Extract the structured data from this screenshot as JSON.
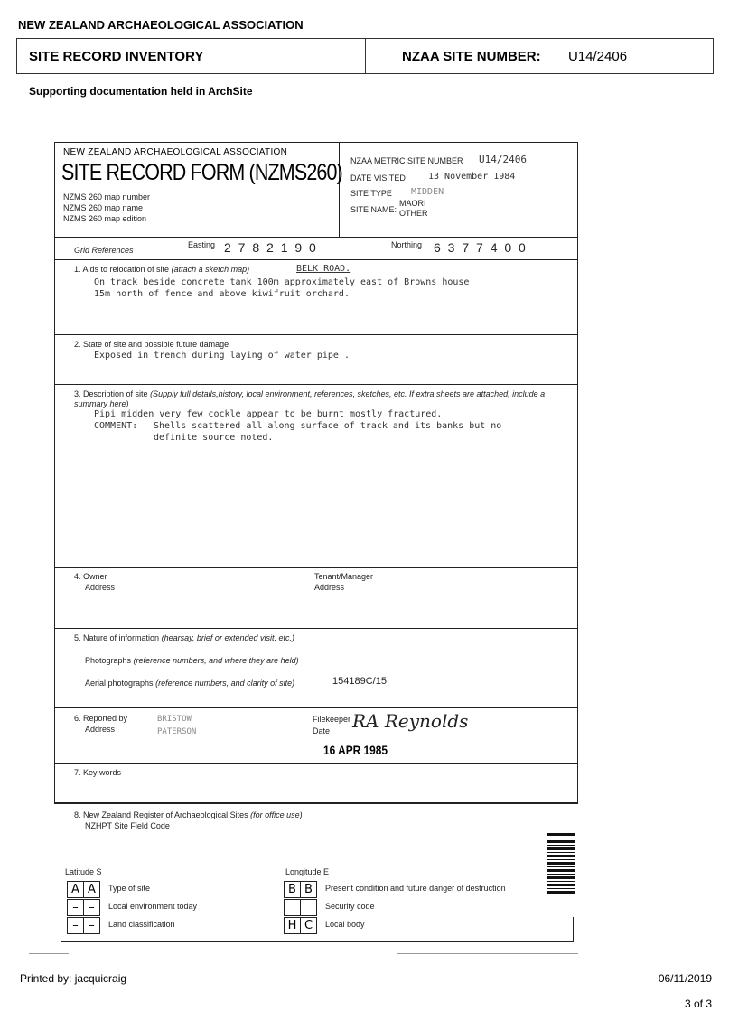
{
  "header": {
    "org": "NEW ZEALAND ARCHAEOLOGICAL ASSOCIATION",
    "inventory_title": "SITE RECORD INVENTORY",
    "site_number_label": "NZAA SITE NUMBER:",
    "site_number": "U14/2406",
    "supporting": "Supporting documentation held in ArchSite"
  },
  "form": {
    "org": "NEW ZEALAND ARCHAEOLOGICAL ASSOCIATION",
    "title": "SITE RECORD FORM (NZMS260)",
    "map_number_label": "NZMS 260 map number",
    "map_name_label": "NZMS 260 map name",
    "map_edition_label": "NZMS 260 map edition",
    "metric_label": "NZAA METRIC SITE NUMBER",
    "metric_value": "U14/2406",
    "date_visited_label": "DATE VISITED",
    "date_visited": "13 November 1984",
    "site_type_label": "SITE TYPE",
    "site_type": "MIDDEN",
    "site_name_label": "SITE NAME:",
    "site_name_1": "MAORI",
    "site_name_2": "OTHER",
    "grid_label": "Grid References",
    "easting_label": "Easting",
    "easting": "2 7 8 2 1 9 0",
    "northing_label": "Northing",
    "northing": "6 3 7 7 4 0 0",
    "s1_label": "1. Aids to relocation of site",
    "s1_hint": "(attach a sketch map)",
    "s1_road": "BELK ROAD.",
    "s1_text": "On track beside concrete tank 100m approximately east of Browns house 15m north of fence and above kiwifruit orchard.",
    "s2_label": "2. State of site and possible future damage",
    "s2_text": "Exposed in trench during laying of water pipe .",
    "s3_label": "3. Description of site",
    "s3_hint": "(Supply full details,history, local environment, references, sketches, etc. If extra sheets are attached, include a summary here)",
    "s3_line1": "Pipi midden very few cockle appear to be burnt mostly fractured.",
    "s3_comment_label": "COMMENT:",
    "s3_line2": "Shells scattered all along surface of track and its banks but no",
    "s3_line3": "definite source noted.",
    "s4_owner": "4. Owner",
    "s4_address": "Address",
    "s4_tenant": "Tenant/Manager",
    "s4_tenant_address": "Address",
    "s5_label": "5. Nature of information",
    "s5_hint": "(hearsay, brief or extended visit, etc.)",
    "s5_photos": "Photographs",
    "s5_photos_hint": "(reference numbers, and where they are held)",
    "s5_aerial": "Aerial photographs",
    "s5_aerial_hint": "(reference numbers, and clarity of site)",
    "s5_aerial_value": "154189C/15",
    "s6_reported": "6. Reported by",
    "s6_address": "Address",
    "s6_name": "BRISTOW",
    "s6_addr_value": "PATERSON",
    "s6_filekeeper": "Filekeeper",
    "s6_date_label": "Date",
    "s6_signature": "RA Reynolds",
    "s6_date": "16 APR 1985",
    "s7_label": "7. Key words",
    "s8_label": "8. New Zealand Register of Archaeological Sites",
    "s8_hint": "(for office use)",
    "s8_code": "NZHPT Site Field Code",
    "lat_label": "Latitude S",
    "lon_label": "Longitude E",
    "lat_rows": [
      {
        "a": "A",
        "b": "A",
        "label": "Type of site"
      },
      {
        "a": "–",
        "b": "–",
        "label": "Local environment today"
      },
      {
        "a": "–",
        "b": "–",
        "label": "Land classification"
      }
    ],
    "lon_rows": [
      {
        "a": "B",
        "b": "B",
        "label": "Present condition and future danger of destruction"
      },
      {
        "a": "",
        "b": "",
        "label": "Security code"
      },
      {
        "a": "H",
        "b": "C",
        "label": "Local body"
      }
    ]
  },
  "footer": {
    "printed_by": "Printed by: jacquicraig",
    "date": "06/11/2019",
    "page": "3 of 3"
  }
}
